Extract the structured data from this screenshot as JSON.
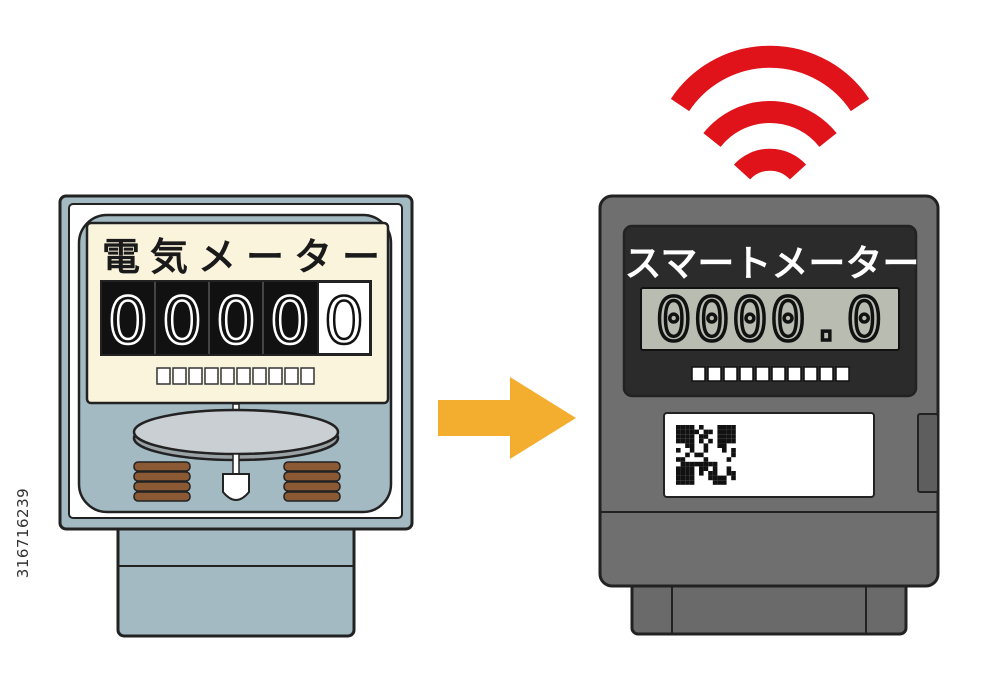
{
  "analog_meter": {
    "title": "電気メーター",
    "digits": [
      "0",
      "0",
      "0",
      "0",
      "0"
    ],
    "scale_segments": 10
  },
  "smart_meter": {
    "title": "スマートメーター",
    "reading": "0000.0",
    "scale_segments": 10
  },
  "side_text": "316716239",
  "icons": {
    "wireless": "wifi-icon",
    "transition": "arrow-right-icon",
    "code": "qr-code-icon"
  },
  "colors": {
    "analog_body": "#a3bac2",
    "analog_label": "#fbf4dc",
    "smart_body": "#6f6f6f",
    "lcd": "#b9bcb0",
    "wifi": "#e0121a",
    "arrow": "#f4ae2f",
    "coil": "#8b5a34"
  }
}
